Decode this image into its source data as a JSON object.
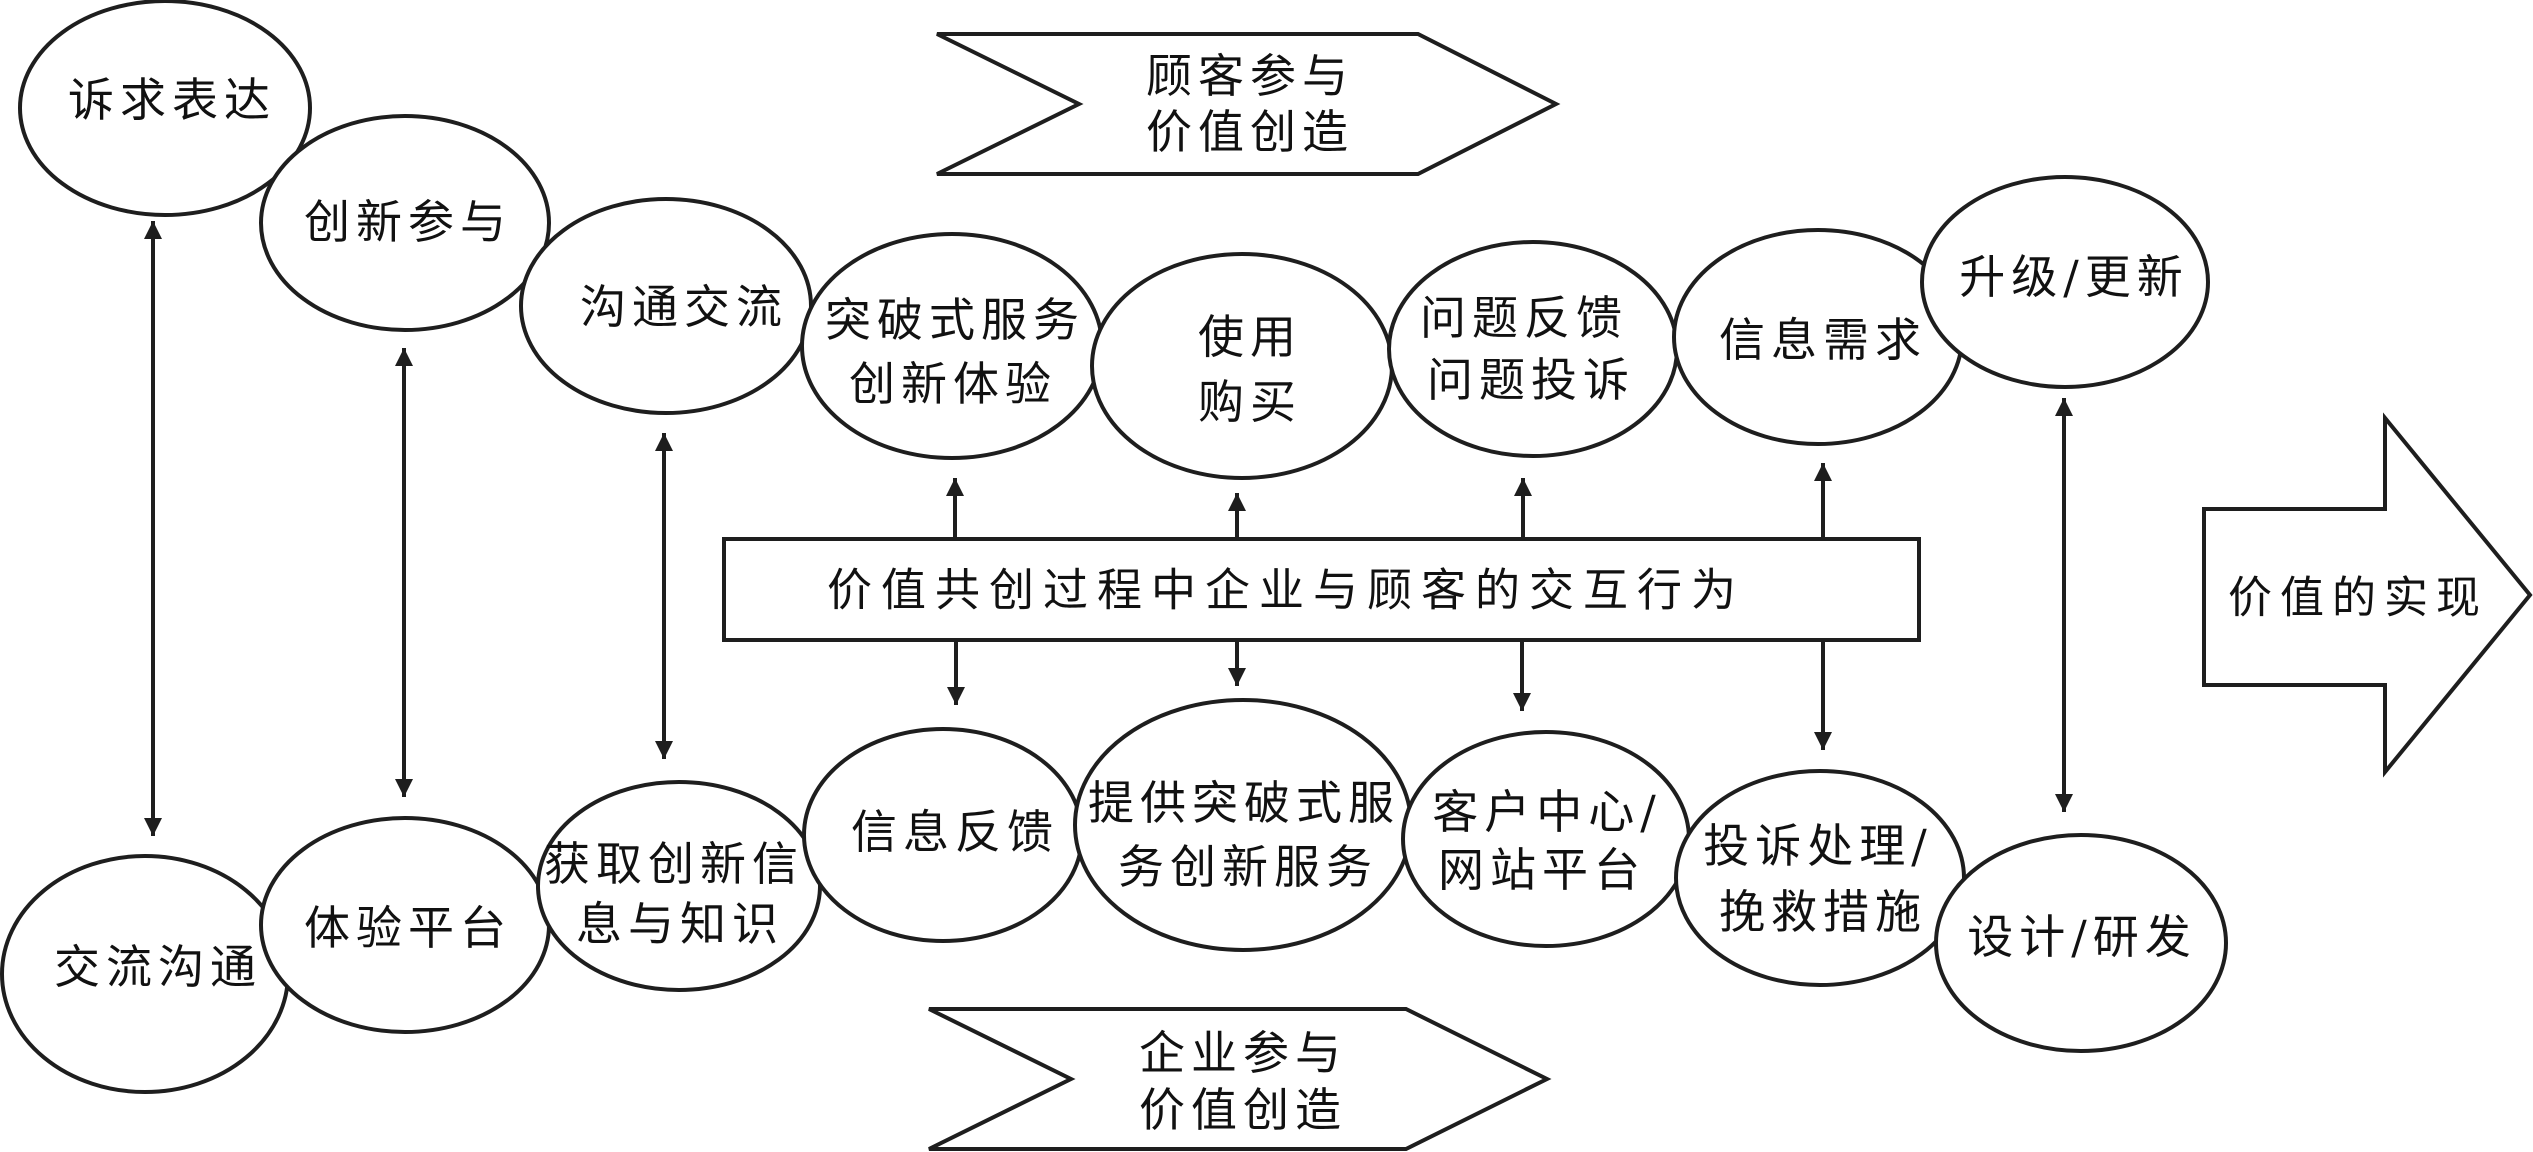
{
  "title": "价值共创过程中企业与顾客的交互行为",
  "colors": {
    "stroke": "#1e1e1e",
    "background": "#ffffff",
    "text": "#111111"
  },
  "banners": {
    "customer": {
      "line1": "顾客参与",
      "line2": "价值创造"
    },
    "enterprise": {
      "line1": "企业参与",
      "line2": "价值创造"
    }
  },
  "center_box": {
    "label": "价值共创过程中企业与顾客的交互行为"
  },
  "outcome_arrow": {
    "label": "价值的实现"
  },
  "customer_behaviors": [
    {
      "lines": [
        "诉求表达"
      ]
    },
    {
      "lines": [
        "创新参与"
      ]
    },
    {
      "lines": [
        "沟通交流"
      ]
    },
    {
      "lines": [
        "突破式服务",
        "创新体验"
      ]
    },
    {
      "lines": [
        "使用",
        "购买"
      ]
    },
    {
      "lines": [
        "问题反馈",
        "问题投诉"
      ]
    },
    {
      "lines": [
        "信息需求"
      ]
    },
    {
      "lines": [
        "升级/更新"
      ]
    }
  ],
  "enterprise_behaviors": [
    {
      "lines": [
        "交流沟通"
      ]
    },
    {
      "lines": [
        "体验平台"
      ]
    },
    {
      "lines": [
        "获取创新信",
        "息与知识"
      ]
    },
    {
      "lines": [
        "信息反馈"
      ]
    },
    {
      "lines": [
        "提供突破式服",
        "务创新服务"
      ]
    },
    {
      "lines": [
        "客户中心/",
        "网站平台"
      ]
    },
    {
      "lines": [
        "投诉处理/",
        "挽救措施"
      ]
    },
    {
      "lines": [
        "设计/研发"
      ]
    }
  ],
  "connections": [
    {
      "from": "诉求表达",
      "to": "交流沟通",
      "type": "bidirectional"
    },
    {
      "from": "创新参与",
      "to": "体验平台",
      "type": "bidirectional"
    },
    {
      "from": "沟通交流",
      "to": "获取创新信息与知识",
      "type": "bidirectional"
    },
    {
      "from": "价值共创过程中企业与顾客的交互行为",
      "to": "突破式服务创新体验",
      "type": "directed"
    },
    {
      "from": "价值共创过程中企业与顾客的交互行为",
      "to": "使用购买",
      "type": "directed"
    },
    {
      "from": "价值共创过程中企业与顾客的交互行为",
      "to": "问题反馈问题投诉",
      "type": "directed"
    },
    {
      "from": "价值共创过程中企业与顾客的交互行为",
      "to": "信息需求",
      "type": "directed"
    },
    {
      "from": "价值共创过程中企业与顾客的交互行为",
      "to": "信息反馈",
      "type": "directed"
    },
    {
      "from": "价值共创过程中企业与顾客的交互行为",
      "to": "提供突破式服务创新服务",
      "type": "directed"
    },
    {
      "from": "价值共创过程中企业与顾客的交互行为",
      "to": "客户中心/网站平台",
      "type": "directed"
    },
    {
      "from": "价值共创过程中企业与顾客的交互行为",
      "to": "投诉处理/挽救措施",
      "type": "directed"
    },
    {
      "from": "升级/更新",
      "to": "设计/研发",
      "type": "bidirectional"
    }
  ]
}
